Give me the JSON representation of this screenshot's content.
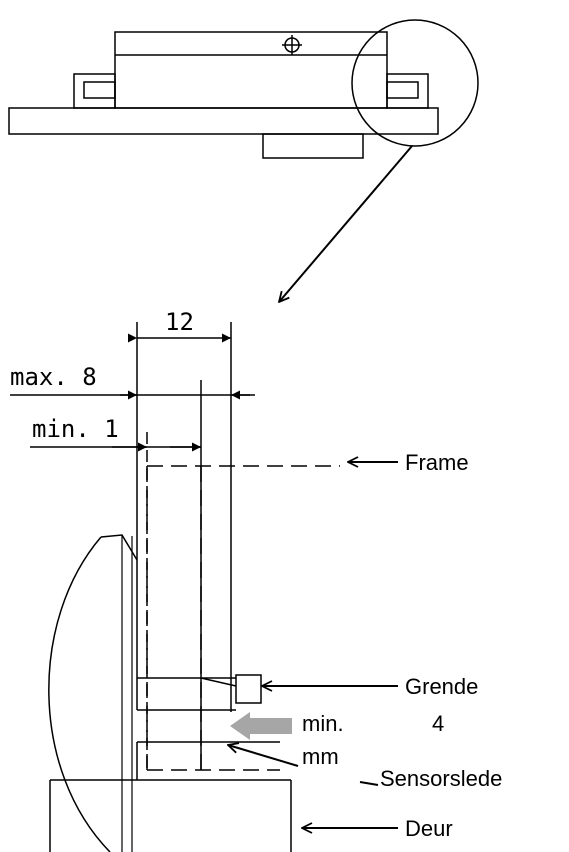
{
  "dimensions": {
    "width_12": "12",
    "max_8": "max. 8",
    "min_1": "min. 1"
  },
  "labels": {
    "frame": "Frame",
    "grende": "Grende",
    "min_prefix": "min.",
    "min_value": "4",
    "min_unit": "mm",
    "sensorslede": "Sensorslede",
    "deur": "Deur"
  },
  "colors": {
    "line": "#000000",
    "arrow_gray": "#a6a6a6"
  }
}
